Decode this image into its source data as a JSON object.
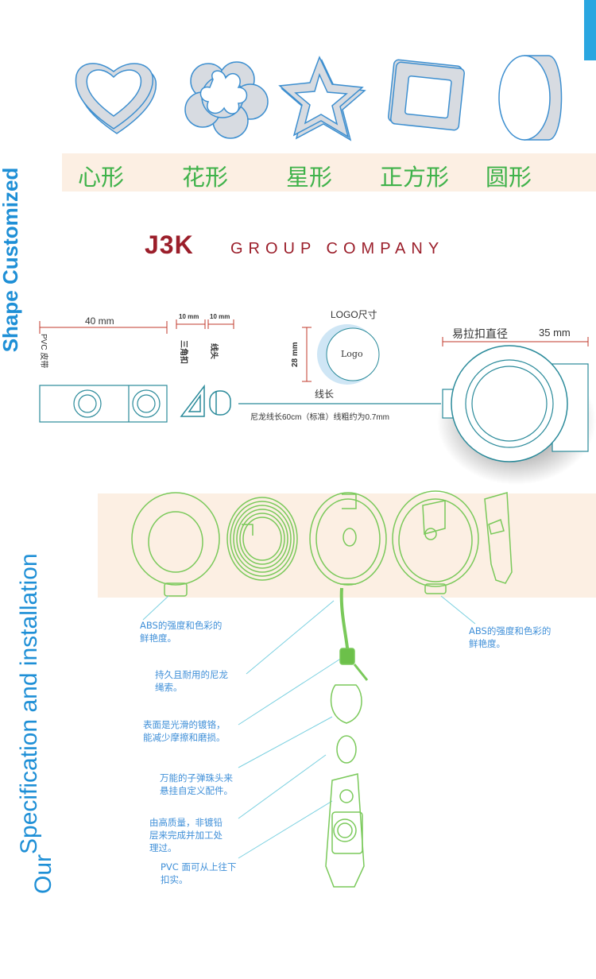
{
  "colors": {
    "accent_blue": "#1e8fd6",
    "band_peach": "#fcefe3",
    "shape_green": "#3fb24a",
    "brand_red": "#9b1e2a",
    "line_green": "#7ac95a"
  },
  "shapes_section": {
    "title": "Shape Customized",
    "labels": [
      "心形",
      "花形",
      "星形",
      "正方形",
      "圆形"
    ]
  },
  "brand": {
    "logo": "J3K",
    "tagline": "GROUP COMPANY"
  },
  "dimensions": {
    "strap_width": "40 mm",
    "triangle_width": "10 mm",
    "buckle_width": "10 mm",
    "strap_label": "PVC 皮带",
    "triangle_label": "三角扣",
    "buckle_label": "线头",
    "logo_size_title": "LOGO尺寸",
    "logo_height": "28 mm",
    "logo_text": "Logo",
    "reel_diameter_label": "易拉扣直径",
    "reel_diameter": "35 mm",
    "cord_label": "线长",
    "cord_note": "尼龙线长60cm（标准）线粗约为0.7mm"
  },
  "spec_section": {
    "title_our": "Our",
    "title_main": "Specification and installation",
    "notes": [
      "ABS的强度和色彩的\n鲜艳度。",
      "ABS的强度和色彩的\n鲜艳度。",
      "持久且耐用的尼龙\n绳索。",
      "表面是光滑的镀铬，\n能减少摩擦和磨损。",
      "万能的子弹珠头来\n悬挂自定义配件。",
      "由高质量，非镀铅\n层来完成并加工处\n理过。",
      "PVC 面可从上往下\n扣实。"
    ]
  }
}
